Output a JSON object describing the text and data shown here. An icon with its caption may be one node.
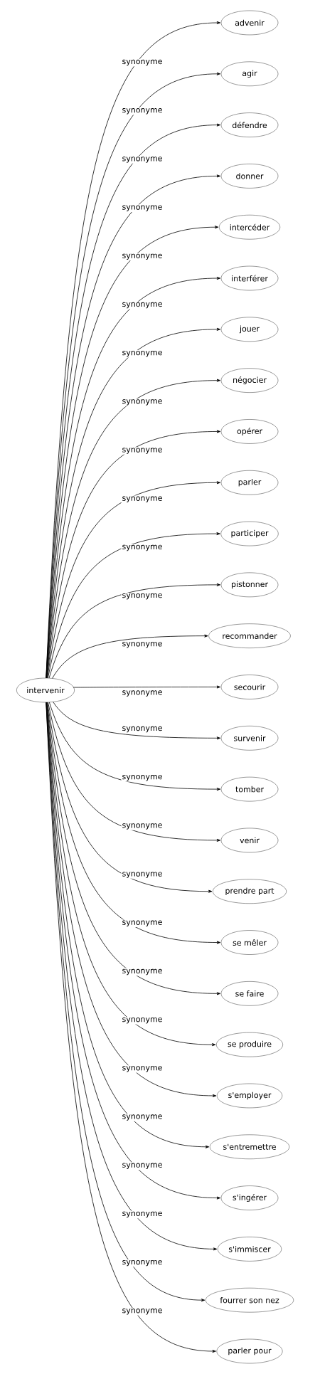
{
  "diagram": {
    "nodes": [
      {
        "text": [
          "intervenir"
        ]
      },
      {
        "text": [
          "advenir"
        ]
      },
      {
        "text": [
          "agir"
        ]
      },
      {
        "text": [
          "défendre"
        ]
      },
      {
        "text": [
          "donner"
        ]
      },
      {
        "text": [
          "intercéder"
        ]
      },
      {
        "text": [
          "interférer"
        ]
      },
      {
        "text": [
          "jouer"
        ]
      },
      {
        "text": [
          "négocier"
        ]
      },
      {
        "text": [
          "opérer"
        ]
      },
      {
        "text": [
          "parler"
        ]
      },
      {
        "text": [
          "participer"
        ]
      },
      {
        "text": [
          "pistonner"
        ]
      },
      {
        "text": [
          "recommander"
        ]
      },
      {
        "text": [
          "secourir"
        ]
      },
      {
        "text": [
          "survenir"
        ]
      },
      {
        "text": [
          "tomber"
        ]
      },
      {
        "text": [
          "venir"
        ]
      },
      {
        "text": [
          "prendre part"
        ]
      },
      {
        "text": [
          "se mêler"
        ]
      },
      {
        "text": [
          "se faire"
        ]
      },
      {
        "text": [
          "se produire"
        ]
      },
      {
        "text": [
          "s'employer"
        ]
      },
      {
        "text": [
          "s'entremettre"
        ]
      },
      {
        "text": [
          "s'ingérer"
        ]
      },
      {
        "text": [
          "s'immiscer"
        ]
      },
      {
        "text": [
          "fourrer son nez"
        ]
      },
      {
        "text": [
          "parler pour"
        ]
      }
    ],
    "edges": [
      {
        "from": 0,
        "to": 1,
        "label": "synonyme",
        "arrow": "to"
      },
      {
        "from": 0,
        "to": 2,
        "label": "synonyme",
        "arrow": "to"
      },
      {
        "from": 0,
        "to": 3,
        "label": "synonyme",
        "arrow": "to"
      },
      {
        "from": 0,
        "to": 4,
        "label": "synonyme",
        "arrow": "to"
      },
      {
        "from": 0,
        "to": 5,
        "label": "synonyme",
        "arrow": "to"
      },
      {
        "from": 0,
        "to": 6,
        "label": "synonyme",
        "arrow": "to"
      },
      {
        "from": 0,
        "to": 7,
        "label": "synonyme",
        "arrow": "to"
      },
      {
        "from": 0,
        "to": 8,
        "label": "synonyme",
        "arrow": "to"
      },
      {
        "from": 0,
        "to": 9,
        "label": "synonyme",
        "arrow": "to"
      },
      {
        "from": 0,
        "to": 10,
        "label": "synonyme",
        "arrow": "to"
      },
      {
        "from": 0,
        "to": 11,
        "label": "synonyme",
        "arrow": "to"
      },
      {
        "from": 0,
        "to": 12,
        "label": "synonyme",
        "arrow": "to"
      },
      {
        "from": 0,
        "to": 13,
        "label": "synonyme",
        "arrow": "to"
      },
      {
        "from": 0,
        "to": 14,
        "label": "synonyme",
        "arrow": "to"
      },
      {
        "from": 0,
        "to": 15,
        "label": "synonyme",
        "arrow": "to"
      },
      {
        "from": 0,
        "to": 16,
        "label": "synonyme",
        "arrow": "to"
      },
      {
        "from": 0,
        "to": 17,
        "label": "synonyme",
        "arrow": "to"
      },
      {
        "from": 0,
        "to": 18,
        "label": "synonyme",
        "arrow": "to"
      },
      {
        "from": 0,
        "to": 19,
        "label": "synonyme",
        "arrow": "to"
      },
      {
        "from": 0,
        "to": 20,
        "label": "synonyme",
        "arrow": "to"
      },
      {
        "from": 0,
        "to": 21,
        "label": "synonyme",
        "arrow": "to"
      },
      {
        "from": 0,
        "to": 22,
        "label": "synonyme",
        "arrow": "to"
      },
      {
        "from": 0,
        "to": 23,
        "label": "synonyme",
        "arrow": "to"
      },
      {
        "from": 0,
        "to": 24,
        "label": "synonyme",
        "arrow": "to"
      },
      {
        "from": 0,
        "to": 25,
        "label": "synonyme",
        "arrow": "to"
      },
      {
        "from": 0,
        "to": 26,
        "label": "synonyme",
        "arrow": "to"
      },
      {
        "from": 0,
        "to": 27,
        "label": "synonyme",
        "arrow": "to"
      }
    ]
  }
}
